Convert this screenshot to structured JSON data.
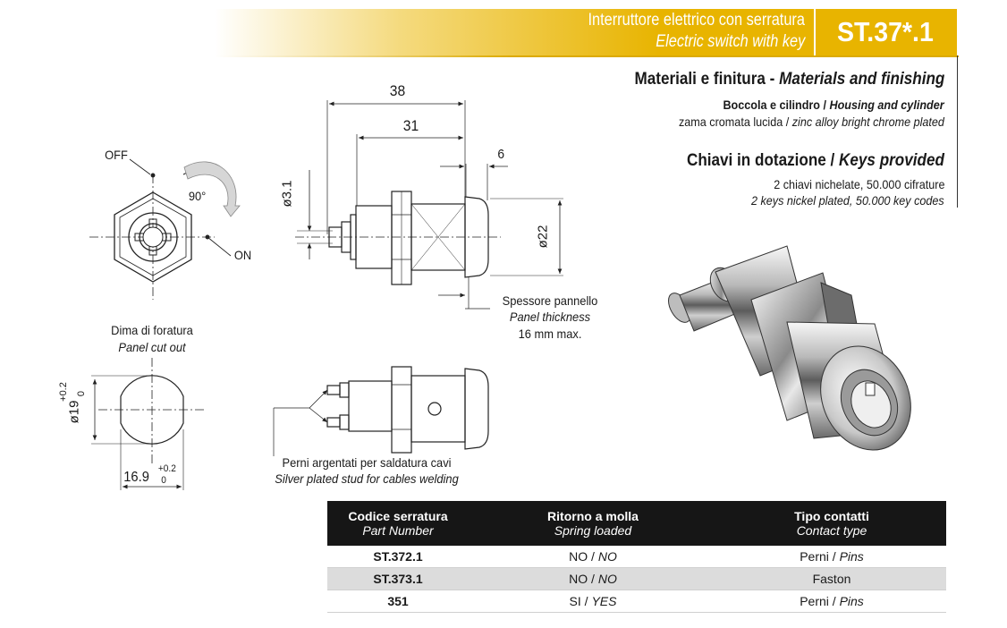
{
  "header": {
    "title_it": "Interruttore elettrico con serratura",
    "title_en": "Electric switch with key",
    "code": "ST.37*.1",
    "accent_color": "#e8b400"
  },
  "materials": {
    "heading_it": "Materiali e finitura - ",
    "heading_en": "Materials and finishing",
    "part_it": "Boccola e cilindro / ",
    "part_en": "Housing and cylinder",
    "finish_it": "zama cromata lucida / ",
    "finish_en": "zinc alloy bright chrome plated"
  },
  "keys": {
    "heading_it": "Chiavi in dotazione / ",
    "heading_en": "Keys provided",
    "line_it": "2 chiavi nichelate, 50.000 cifrature",
    "line_en": "2 keys nickel plated, 50.000 key codes"
  },
  "front_view": {
    "off": "OFF",
    "on": "ON",
    "angle": "90°"
  },
  "side_view": {
    "dim_total": "38",
    "dim_body": "31",
    "dim_head": "6",
    "dim_pin": "ø3.1",
    "dim_diam": "ø22",
    "panel_it": "Spessore pannello",
    "panel_en": "Panel thickness",
    "panel_max": "16 mm max."
  },
  "cutout": {
    "title_it": "Dima di foratura",
    "title_en": "Panel cut out",
    "dim_diam": "ø19",
    "dim_diam_tol_top": "+0.2",
    "dim_diam_tol_bot": "0",
    "dim_flat": "16.9",
    "dim_flat_tol_top": "+0.2",
    "dim_flat_tol_bot": "0"
  },
  "studs": {
    "label_it": "Perni argentati per saldatura cavi",
    "label_en": "Silver plated stud for cables welding"
  },
  "table": {
    "headers": [
      {
        "it": "Codice serratura",
        "en": "Part Number"
      },
      {
        "it": "Ritorno a molla",
        "en": "Spring loaded"
      },
      {
        "it": "Tipo contatti",
        "en": "Contact type"
      }
    ],
    "rows": [
      {
        "part": "ST.372.1",
        "spring_it": "NO / ",
        "spring_en": "NO",
        "contact_it": "Perni / ",
        "contact_en": "Pins"
      },
      {
        "part": "ST.373.1",
        "spring_it": "NO / ",
        "spring_en": "NO",
        "contact_it": "Faston",
        "contact_en": ""
      },
      {
        "part": "351",
        "spring_it": "SI / ",
        "spring_en": "YES",
        "contact_it": "Perni / ",
        "contact_en": "Pins"
      }
    ]
  }
}
